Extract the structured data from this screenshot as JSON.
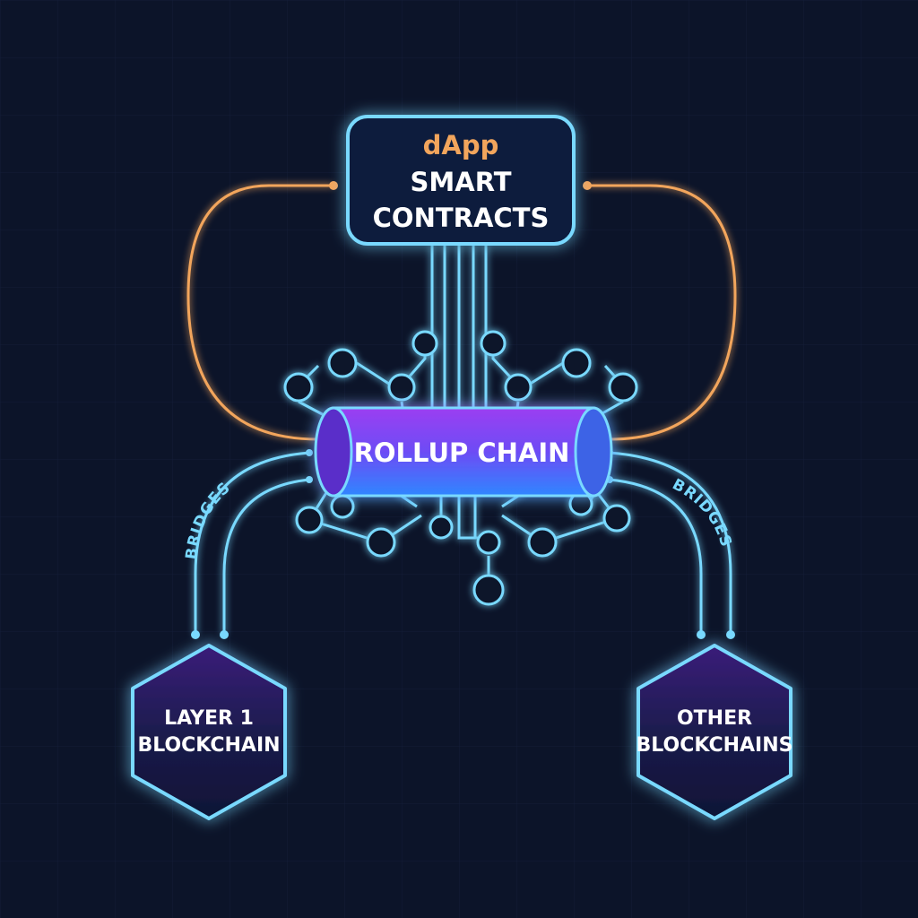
{
  "top_box": {
    "line1": "dApp",
    "line2": "SMART",
    "line3": "CONTRACTS"
  },
  "rollup": {
    "label": "ROLLUP CHAIN"
  },
  "bridges": {
    "left_label": "BRIDGES",
    "right_label": "BRIDGES"
  },
  "layer1": {
    "line1": "LAYER 1",
    "line2": "BLOCKCHAIN"
  },
  "other": {
    "line1": "OTHER",
    "line2": "BLOCKCHAINS"
  },
  "colors": {
    "background": "#0c1429",
    "cyan": "#79d9ff",
    "orange": "#f2a55c",
    "dapp_text": "#f2a55c",
    "purple": "#8a3cf0",
    "blue": "#2f7dff"
  }
}
